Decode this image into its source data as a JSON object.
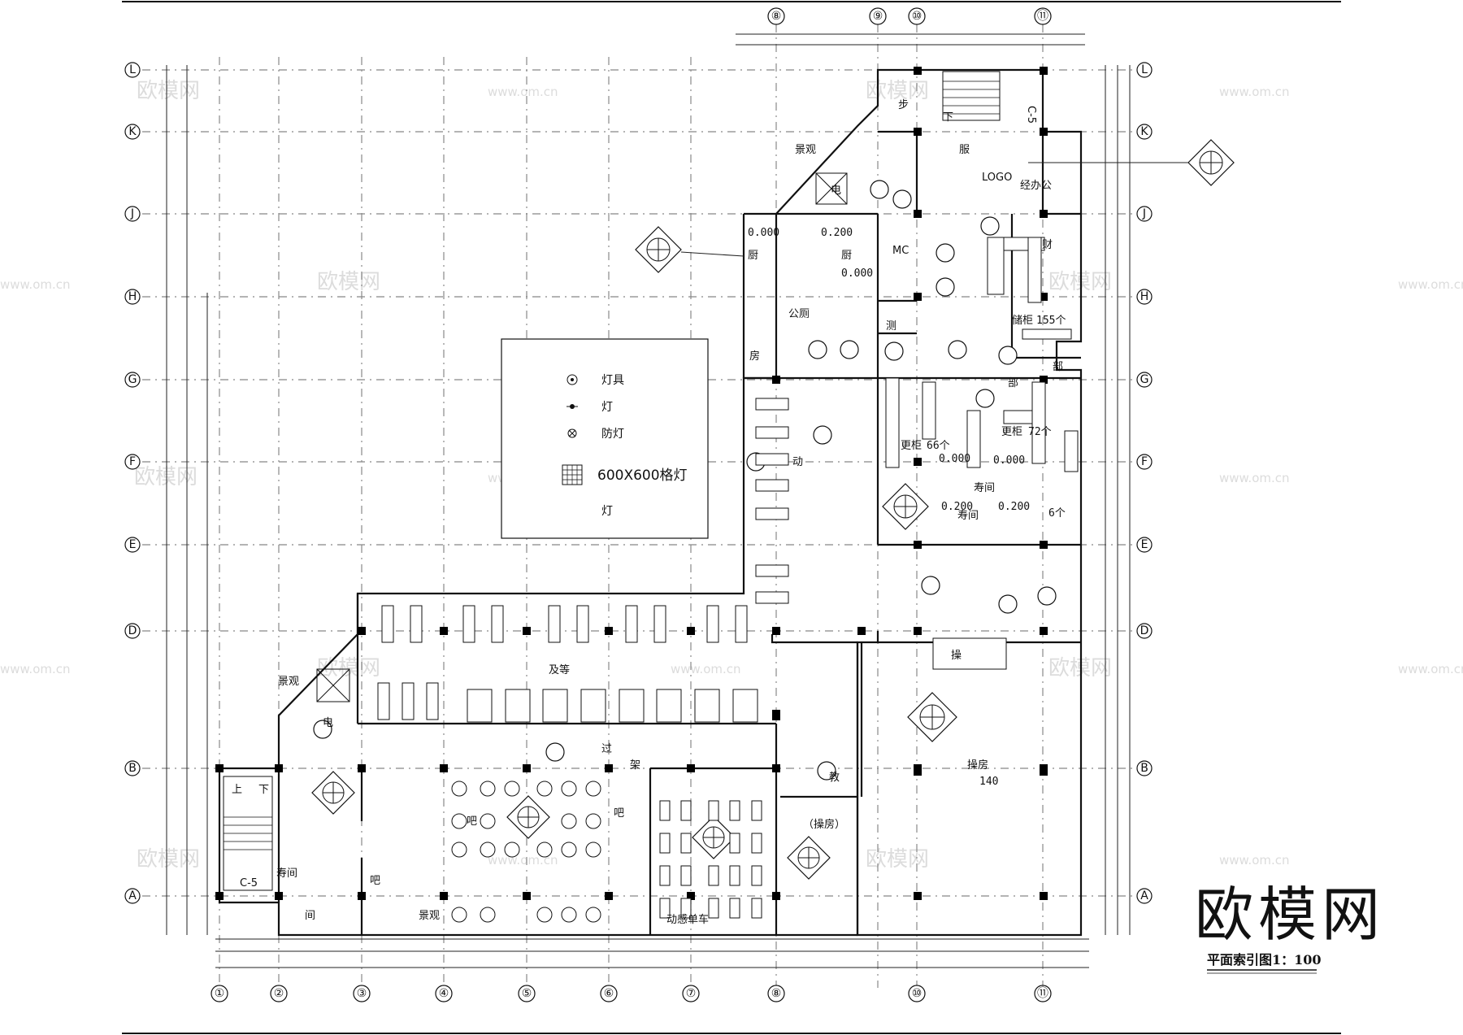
{
  "drawing": {
    "scale_label": "平面索引图1：100",
    "brand_logo": "欧模网"
  },
  "grid": {
    "columns_top": [
      "⑧",
      "⑨",
      "⑩",
      "⑪"
    ],
    "columns_bottom": [
      "①",
      "②",
      "③",
      "④",
      "⑤",
      "⑥",
      "⑦",
      "⑧",
      "⑩",
      "⑪"
    ],
    "rows": [
      "L",
      "K",
      "J",
      "H",
      "G",
      "F",
      "E",
      "D",
      "B",
      "A"
    ]
  },
  "legend": {
    "items": [
      "灯具",
      "灯",
      "防灯"
    ],
    "grid_light": "600X600格灯",
    "last": "灯"
  },
  "rooms": {
    "scenery_top": "景观",
    "elevator_top": "电",
    "stair_top": "步",
    "stair_down_top": "下",
    "service": "服",
    "logo": "LOGO",
    "office": "经办公",
    "kitchen_left": "厨",
    "kitchen_right": "厨",
    "elev_kitchen_left": "0.000",
    "elev_kitchen_mid": "0.200",
    "elev_kitchen_right": "0.000",
    "mc": "MC",
    "public": "公厕",
    "measure": "测",
    "room": "房",
    "finance": "财",
    "lockers_155": "储柜",
    "lockers_155_count": "155个",
    "dept": "部",
    "dept2": "部",
    "change_66": "更柜",
    "change_66_count": "66个",
    "change_72": "更柜",
    "change_72_count": "72个",
    "elev_f1": "0.000",
    "elev_f2": "0.000",
    "elev_e1": "0.200",
    "elev_e2": "0.200",
    "shower1": "寿间",
    "shower2": "寿间",
    "count_6": "6个",
    "motion": "动",
    "operate": "操",
    "waiting": "及等",
    "scenery_mid": "景观",
    "elevator_mid": "电",
    "pass": "过",
    "frame": "架",
    "teach": "教",
    "exercise_room": "操房",
    "exercise_count": "140",
    "bar1": "吧",
    "bar2": "吧",
    "bar3": "吧",
    "exercise_small": "（操房）",
    "bikes": "动感单车",
    "stair_up": "上",
    "stair_dn": "下",
    "c5_bottom": "C-5",
    "c5_top": "C-5",
    "shower_bottom": "寿间",
    "room_bottom": "间",
    "scenery_bottom": "景观"
  },
  "watermarks": {
    "brand": "欧模网",
    "url": "www.om.cn"
  }
}
